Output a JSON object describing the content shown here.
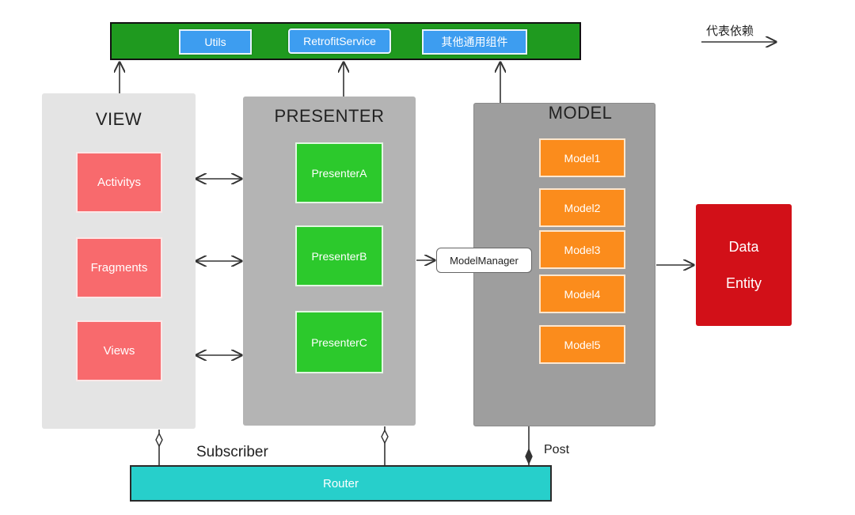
{
  "top_bar": {
    "items": [
      "Utils",
      "RetrofitService",
      "其他通用组件"
    ]
  },
  "legend": {
    "label": "代表依赖"
  },
  "view": {
    "title": "VIEW",
    "items": [
      "Activitys",
      "Fragments",
      "Views"
    ]
  },
  "presenter": {
    "title": "PRESENTER",
    "items": [
      "PresenterA",
      "PresenterB",
      "PresenterC"
    ]
  },
  "model": {
    "title": "MODEL",
    "items": [
      "Model1",
      "Model2",
      "Model3",
      "Model4",
      "Model5"
    ],
    "manager": "ModelManager"
  },
  "data_entity": {
    "line1": "Data",
    "line2": "Entity"
  },
  "router": {
    "label": "Router",
    "subscriber_label": "Subscriber",
    "post_label": "Post"
  },
  "colors": {
    "top_bar": "#1f9a1f",
    "top_item": "#3d9df0",
    "view_item": "#f86a6d",
    "presenter_item": "#2cc92c",
    "model_item": "#fb8c1c",
    "data_entity": "#d21018",
    "router": "#27cfcb"
  }
}
